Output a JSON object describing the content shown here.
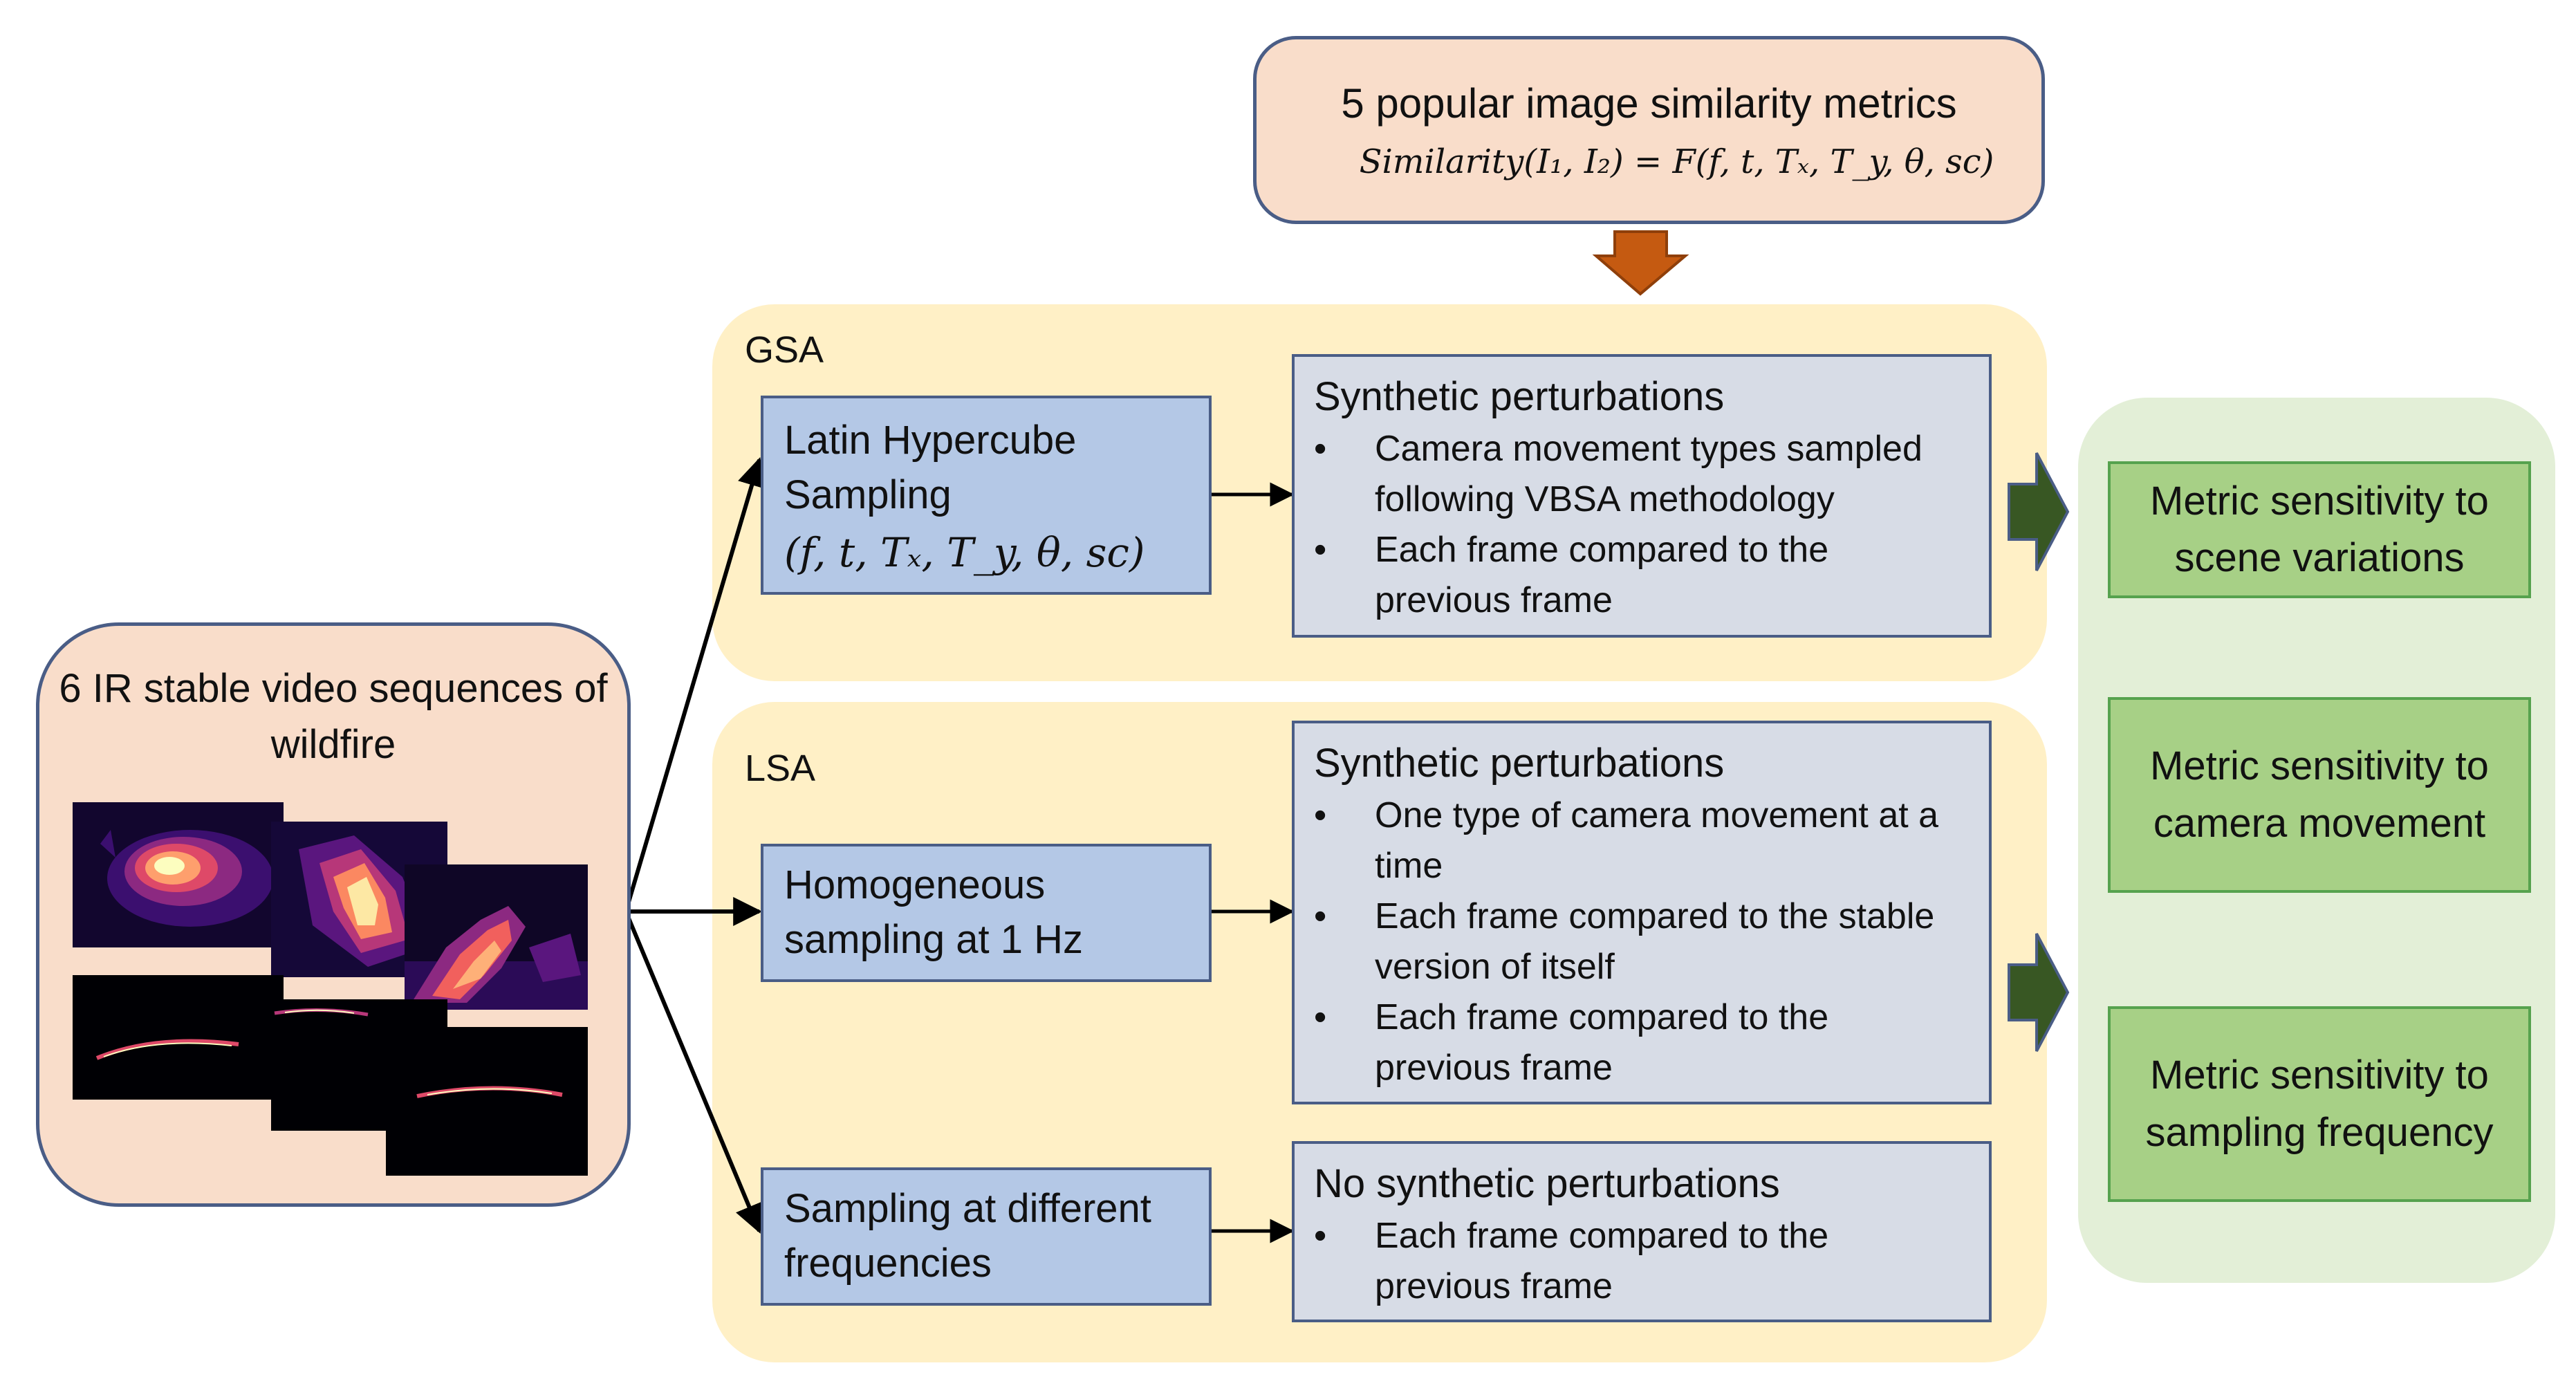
{
  "metrics": {
    "title": "5 popular image similarity metrics",
    "formula": "Similarity(I₁, I₂) = F(f, t, Tₓ, T_y, θ, sc)"
  },
  "source": {
    "title": "6 IR stable video sequences of wildfire",
    "image_icon": "wildfire-ir-thumbnails"
  },
  "gsa": {
    "label": "GSA",
    "sampling": {
      "text": "Latin Hypercube Sampling",
      "formula": "(f, t, Tₓ, T_y, θ, sc)"
    },
    "perturbations": {
      "title": "Synthetic perturbations",
      "bullets": [
        "Camera movement types sampled following VBSA methodology",
        "Each frame compared to the previous frame"
      ]
    }
  },
  "lsa": {
    "label": "LSA",
    "homogeneous": {
      "text": "Homogeneous sampling at 1 Hz",
      "perturbations": {
        "title": "Synthetic perturbations",
        "bullets": [
          "One type of camera movement at a time",
          "Each frame compared to the stable version of itself",
          "Each frame compared to the previous frame"
        ]
      }
    },
    "frequencies": {
      "text": "Sampling at different frequencies",
      "perturbations": {
        "title": "No synthetic perturbations",
        "bullets": [
          "Each frame compared to the previous frame"
        ]
      }
    }
  },
  "results": [
    "Metric sensitivity to scene variations",
    "Metric sensitivity to camera movement",
    "Metric sensitivity to sampling frequency"
  ],
  "colors": {
    "panel_yellow": "#fff0c6",
    "panel_green": "#e3efd7",
    "box_peach": "#f9ddca",
    "box_blue": "#b4c8e6",
    "box_grey": "#d7dce6",
    "box_green": "#a7d086",
    "arrow_orange": "#c55a11",
    "arrow_dark_green": "#385723"
  }
}
